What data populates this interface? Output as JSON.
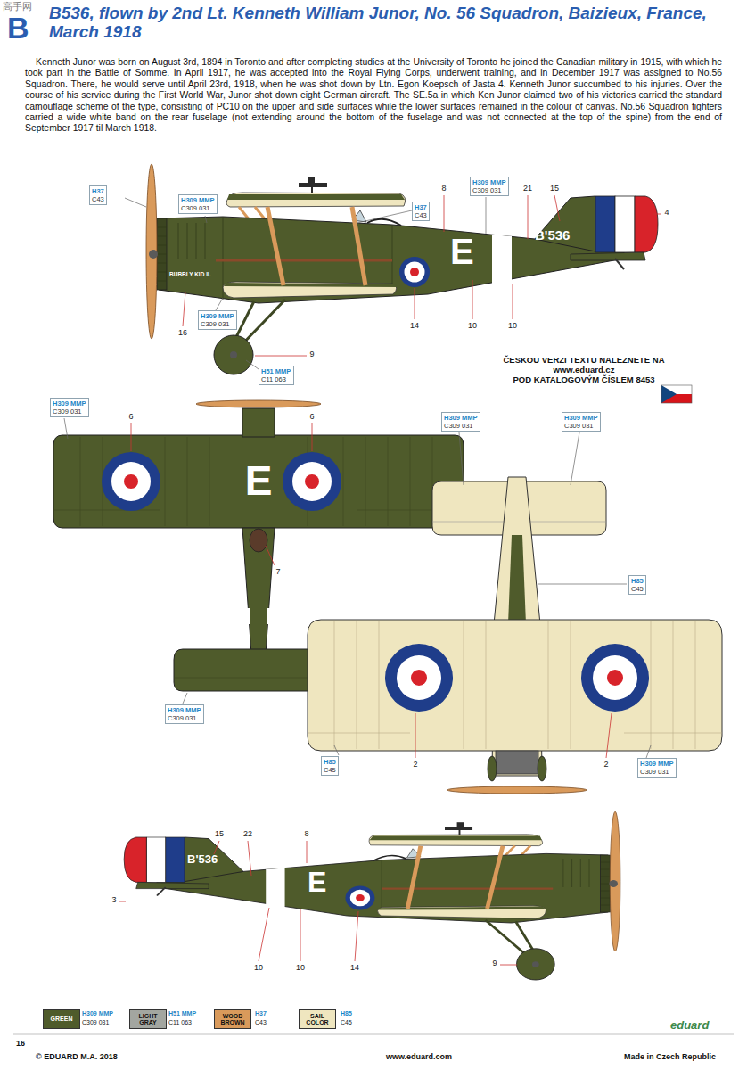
{
  "diagram": {
    "title": "B536, flown by 2nd Lt. Kenneth William Junor, No. 56 Squadron, Baizieux, France, March 1918",
    "nodes": [
      {
        "text": [
          "H37",
          "C43"
        ]
      },
      {
        "text": [
          "H309 MMP",
          "C309 031"
        ]
      },
      {
        "text": [
          "H37",
          "C43"
        ]
      },
      {
        "text": [
          "H309 MMP",
          "C309 031"
        ]
      },
      {
        "text": [
          "H309 MMP",
          "C309 031"
        ]
      },
      {
        "text": [
          "H51 MMP",
          "C11 063"
        ]
      },
      {
        "text": [
          "H309 MMP",
          "C309 031"
        ]
      },
      {
        "text": [
          "H309 MMP",
          "C309 031"
        ]
      },
      {
        "text": [
          "H309 MMP",
          "C309 031"
        ]
      },
      {
        "text": [
          "H85",
          "C45"
        ]
      },
      {
        "text": [
          "H309 MMP",
          "C309 031"
        ]
      },
      {
        "text": [
          "H85",
          "C45"
        ]
      },
      {
        "text": [
          "H309 MMP",
          "C309 031"
        ]
      }
    ],
    "labels": [
      "B",
      "Kenneth Junor was born on August 3rd, 1894 in Toronto and after completing studies at the University of Toronto he joined the Canadian military in 1915, with which he took part in the Battle of Somme. In April 1917, he was accepted into the Royal Flying Corps, underwent training, and in December 1917 was assigned to No.56 Squadron. There, he would serve until April 23rd, 1918, when he was shot down by Ltn. Egon Koepsch of Jasta 4. Kenneth Junor succumbed to his injuries. Over the course of his service during the First World War, Junor shot down eight German aircraft. The SE.5a in which Ken Junor claimed two of his victories carried the standard camouflage scheme of the type, consisting of PC10 on the upper and side surfaces while the lower surfaces remained in the colour of canvas. No.56 Squadron fighters carried a wide white band on the rear fuselage (not extending around the bottom of the fuselage and was not connected at the top of the spine) from the end of September 1917 til March 1918.",
      "BUBBLY KID II.",
      "B'536",
      "E",
      "ČESKOU VERZI TEXTU NALEZNETE NA",
      "www.eduard.cz",
      "POD KATALOGOVÝM ČÍSLEM 8453",
      "E",
      "B'536",
      "E",
      "8",
      "21",
      "15",
      "4",
      "16",
      "14",
      "10",
      "10",
      "9",
      "6",
      "6",
      "7",
      "2",
      "2",
      "15",
      "22",
      "8",
      "3",
      "10",
      "10",
      "14",
      "9",
      "H309 MMP",
      "C309 031",
      "H51 MMP",
      "C11 063",
      "H37",
      "C43",
      "H85",
      "C45",
      "16",
      "© EDUARD M.A. 2018",
      "www.eduard.com",
      "Made in Czech Republic",
      "eduard",
      "高手网"
    ],
    "legend": [
      {
        "text": "GREEN",
        "color": "#4f5b2b"
      },
      {
        "text": "LIGHT GRAY",
        "color": "#a3a6a0"
      },
      {
        "text": "WOOD BROWN",
        "color": "#d99a5b"
      },
      {
        "text": "SAIL COLOR",
        "color": "#efe6bf"
      }
    ]
  }
}
